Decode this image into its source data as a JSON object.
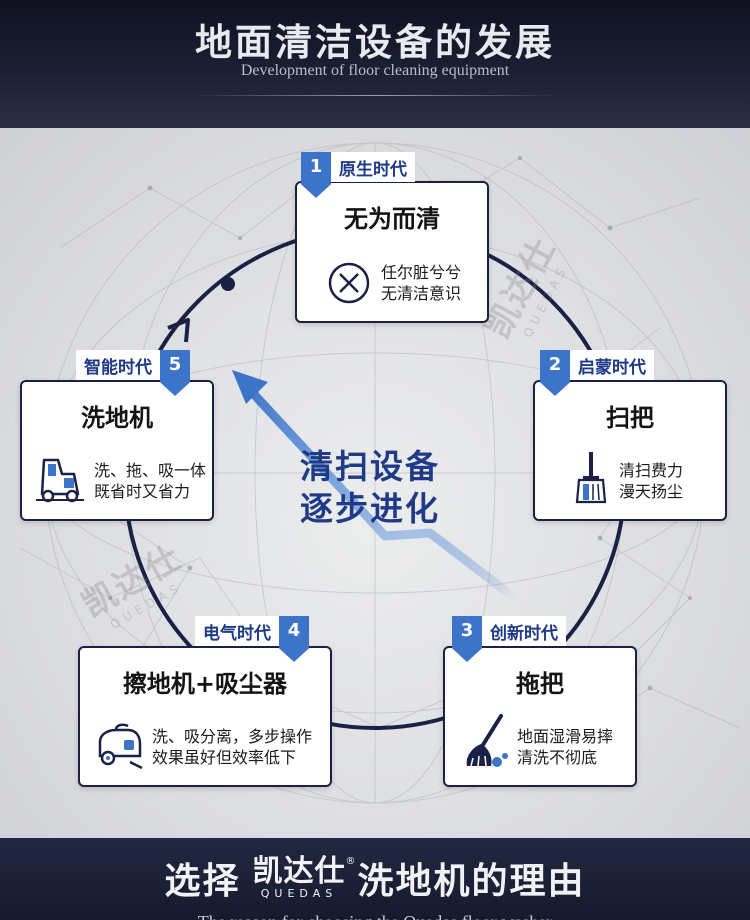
{
  "header": {
    "title": "地面清洁设备的发展",
    "subtitle": "Development of floor cleaning equipment"
  },
  "watermark": {
    "cn": "凯达仕",
    "en": "QUEDAS"
  },
  "center": {
    "line1": "清扫设备",
    "line2": "逐步进化"
  },
  "stages": [
    {
      "num": "1",
      "era": "原生时代",
      "title": "无为而清",
      "desc1": "任尔脏兮兮",
      "desc2": "无清洁意识",
      "icon": "x-circle-icon"
    },
    {
      "num": "2",
      "era": "启蒙时代",
      "title": "扫把",
      "desc1": "清扫费力",
      "desc2": "漫天扬尘",
      "icon": "broom-icon"
    },
    {
      "num": "3",
      "era": "创新时代",
      "title": "拖把",
      "desc1": "地面湿滑易摔",
      "desc2": "清洗不彻底",
      "icon": "mop-icon"
    },
    {
      "num": "4",
      "era": "电气时代",
      "title": "擦地机+吸尘器",
      "desc1": "洗、吸分离，多步操作",
      "desc2": "效果虽好但效率低下",
      "icon": "vacuum-icon"
    },
    {
      "num": "5",
      "era": "智能时代",
      "title": "洗地机",
      "desc1": "洗、拖、吸一体",
      "desc2": "既省时又省力",
      "icon": "scrubber-icon"
    }
  ],
  "footer": {
    "pre": "选择",
    "logo_cn": "凯达仕",
    "logo_en": "QUEDAS",
    "logo_reg": "®",
    "post": "洗地机的理由",
    "subtitle": "The reason for choosing the Quedas floor washer"
  },
  "colors": {
    "accent": "#3b74c9",
    "navy": "#1a2147",
    "text_blue": "#1e3a8a"
  }
}
